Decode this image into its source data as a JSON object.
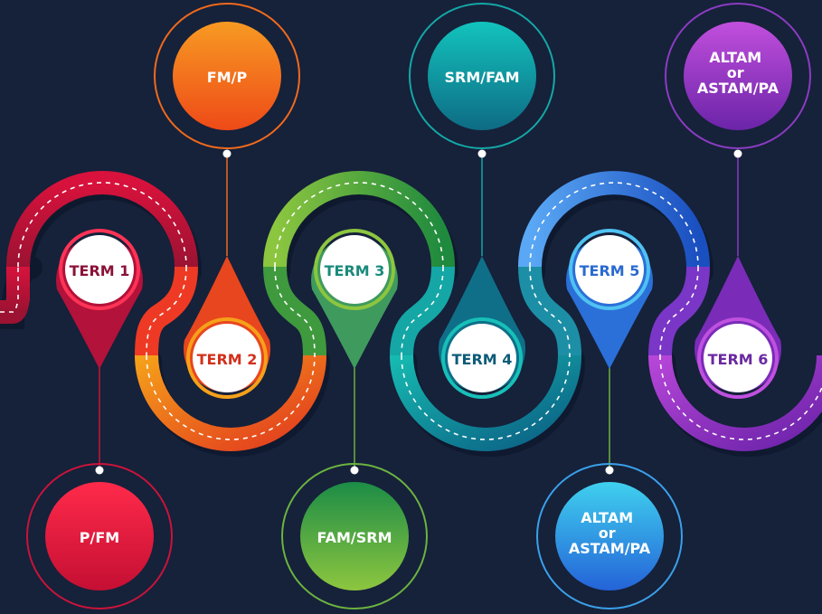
{
  "terms": [
    {
      "label": "TERM 1",
      "exam_lines": [
        "P/FM"
      ],
      "color": "#b3123a",
      "text_color": "#8a1238"
    },
    {
      "label": "TERM 2",
      "exam_lines": [
        "FM/P"
      ],
      "color": "#ee5a1c",
      "text_color": "#d2301c"
    },
    {
      "label": "TERM 3",
      "exam_lines": [
        "FAM/SRM"
      ],
      "color": "#3f9a3e",
      "text_color": "#1a8a7c"
    },
    {
      "label": "TERM 4",
      "exam_lines": [
        "SRM/FAM"
      ],
      "color": "#0b8a92",
      "text_color": "#0e5c78"
    },
    {
      "label": "TERM 5",
      "exam_lines": [
        "ALTAM",
        "or",
        "ASTAM/PA"
      ],
      "color": "#2b6fd6",
      "text_color": "#2a6ad0"
    },
    {
      "label": "TERM 6",
      "exam_lines": [
        "ALTAM",
        "or",
        "ASTAM/PA"
      ],
      "color": "#8a3cc0",
      "text_color": "#6a2aa0"
    }
  ]
}
